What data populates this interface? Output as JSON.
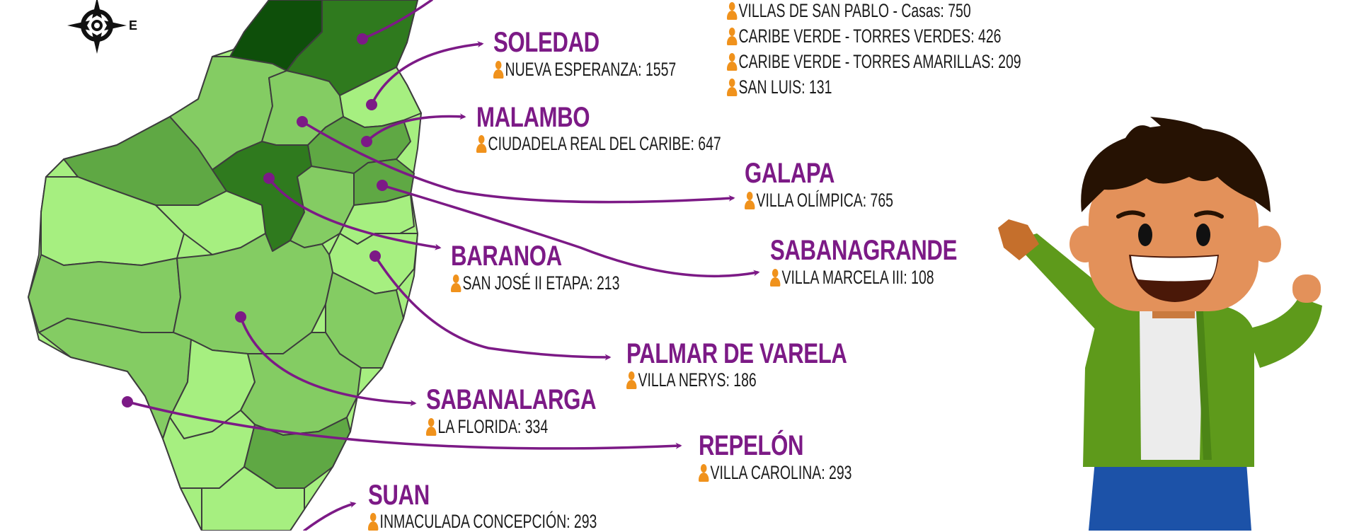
{
  "compass": {
    "east_label": "E"
  },
  "colors": {
    "accent_purple": "#7c1a86",
    "icon_orange": "#f0921c",
    "map_dark": "#0e4f0a",
    "map_mid_dark": "#2f7a1e",
    "map_mid": "#5fa844",
    "map_light": "#84cc63",
    "map_lighter": "#a6ef80"
  },
  "top_projects": [
    {
      "icon": "person-icon",
      "text": "VILLAS DE SAN PABLO - Casas: 750"
    },
    {
      "icon": "person-icon",
      "text": "CARIBE VERDE - TORRES VERDES: 426"
    },
    {
      "icon": "person-icon",
      "text": "CARIBE VERDE - TORRES AMARILLAS: 209"
    },
    {
      "icon": "person-icon",
      "text": "SAN LUIS: 131"
    }
  ],
  "municipalities": [
    {
      "name": "SOLEDAD",
      "project": "NUEVA ESPERANZA: 1557"
    },
    {
      "name": "MALAMBO",
      "project": "CIUDADELA REAL DEL CARIBE: 647"
    },
    {
      "name": "GALAPA",
      "project": "VILLA OLÍMPICA: 765"
    },
    {
      "name": "SABANAGRANDE",
      "project": "VILLA MARCELA III: 108"
    },
    {
      "name": "BARANOA",
      "project": "SAN JOSÉ II ETAPA: 213"
    },
    {
      "name": "PALMAR DE VARELA",
      "project": "VILLA NERYS: 186"
    },
    {
      "name": "SABANALARGA",
      "project": "LA FLORIDA: 334"
    },
    {
      "name": "REPELÓN",
      "project": "VILLA CAROLINA: 293"
    },
    {
      "name": "SUAN",
      "project": "INMACULADA CONCEPCIÓN: 293"
    }
  ]
}
